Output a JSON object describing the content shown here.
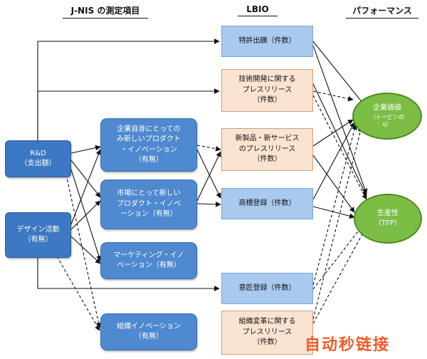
{
  "headers": {
    "jnis": "J-NIS の測定項目",
    "lbio": "LBIO",
    "performance": "パフォーマンス"
  },
  "nodes": {
    "rd": [
      "R&D",
      "（支出額）"
    ],
    "design": [
      "デザイン活動",
      "（有無）"
    ],
    "self_innov": [
      "企業自身にとっての",
      "み新しいプロダクト",
      "・イノベーション",
      "（有無）"
    ],
    "market_innov": [
      "市場にとって新しい",
      "プロダクト・イノベ",
      "ーション（有無）"
    ],
    "marketing_innov": [
      "マーケティング・イノ",
      "ベーション（有無）"
    ],
    "org_innov": [
      "組織イノベーション",
      "（有無）"
    ],
    "patent": [
      "特許出願（件数）"
    ],
    "tech_press": [
      "技術開発に関する",
      "プレスリリース",
      "（件数）"
    ],
    "product_press": [
      "新製品・新サービス",
      "のプレスリリース",
      "（件数）"
    ],
    "trademark": [
      "商標登録（件数）"
    ],
    "design_reg": [
      "意匠登録（件数）"
    ],
    "org_press": [
      "組織変革に関する",
      "プレスリリース",
      "（件数）"
    ],
    "firm_value": [
      "企業価値",
      "（トービンの",
      "q）"
    ],
    "productivity": [
      "生産性",
      "（TFP）"
    ]
  },
  "watermark": "自动秒链接",
  "colors": {
    "dark_blue": "#3c78c3",
    "mid_blue": "#4f89cf",
    "light_blue": "#a9c9ee",
    "peach": "#fbe3d2",
    "green": "#7cbd46"
  }
}
